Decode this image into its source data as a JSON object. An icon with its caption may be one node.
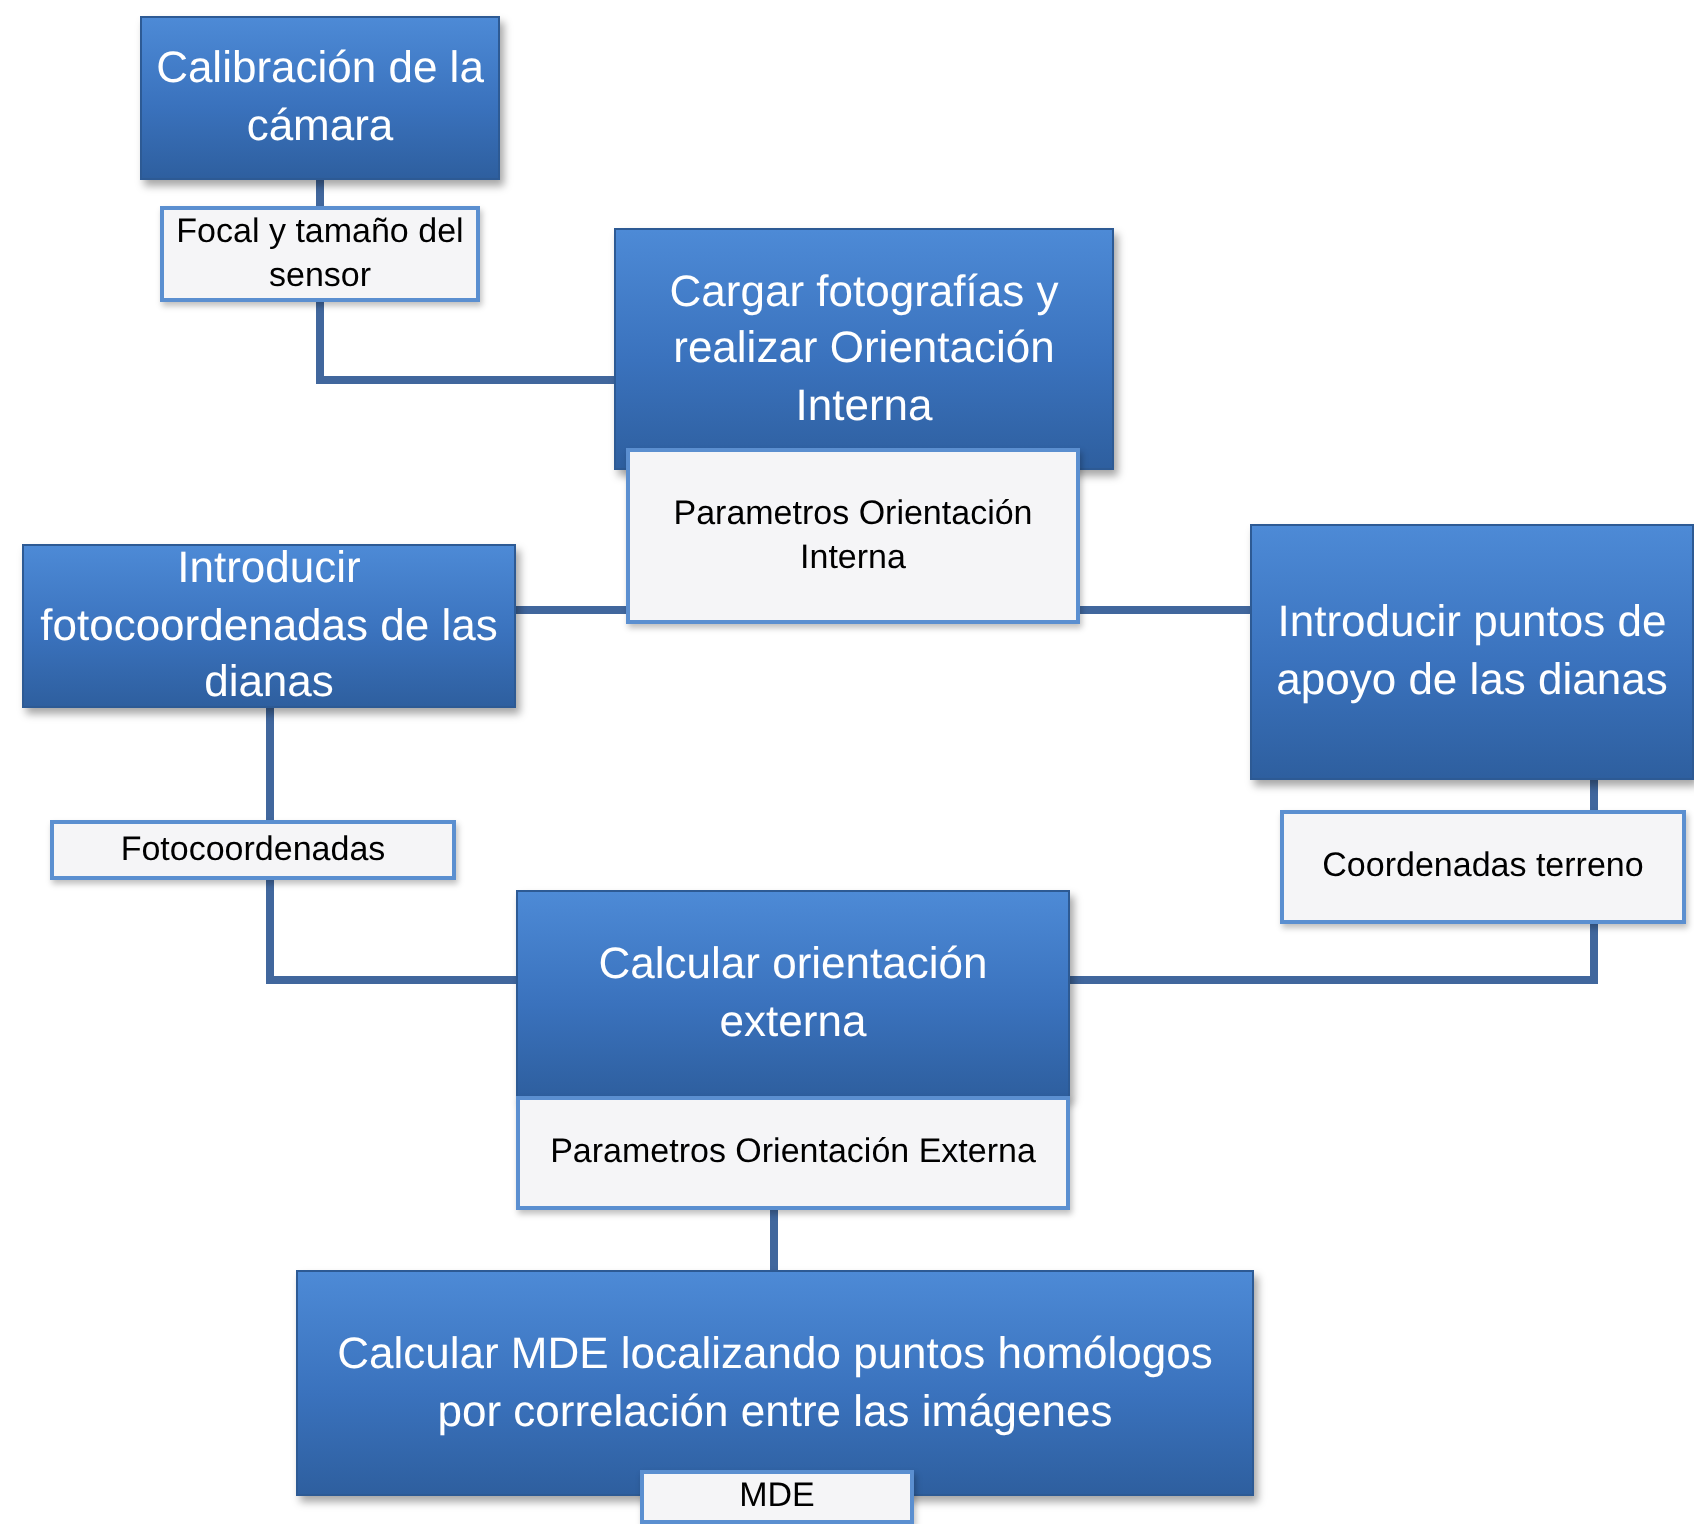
{
  "diagram": {
    "nodes": [
      {
        "text": [
          "Calibración de la cámara"
        ]
      },
      {
        "text": [
          "Focal y tamaño del sensor"
        ]
      },
      {
        "text": [
          "Cargar fotografías y realizar Orientación Interna"
        ]
      },
      {
        "text": [
          "Parametros Orientación Interna"
        ]
      },
      {
        "text": [
          "Introducir fotocoordenadas de las dianas"
        ]
      },
      {
        "text": [
          "Introducir puntos de apoyo de las dianas"
        ]
      },
      {
        "text": [
          "Fotocoordenadas"
        ]
      },
      {
        "text": [
          "Coordenadas terreno"
        ]
      },
      {
        "text": [
          "Calcular orientación externa"
        ]
      },
      {
        "text": [
          "Parametros Orientación Externa"
        ]
      },
      {
        "text": [
          "Calcular MDE localizando puntos homólogos por correlación entre las imágenes"
        ]
      },
      {
        "text": [
          "MDE"
        ]
      }
    ],
    "edges": [
      {
        "from": 0,
        "to": 1,
        "arrow": "none"
      },
      {
        "from": 1,
        "to": 2,
        "arrow": "none"
      },
      {
        "from": 3,
        "to": 4,
        "arrow": "none"
      },
      {
        "from": 3,
        "to": 5,
        "arrow": "none"
      },
      {
        "from": 4,
        "to": 6,
        "arrow": "none"
      },
      {
        "from": 5,
        "to": 7,
        "arrow": "none"
      },
      {
        "from": 6,
        "to": 8,
        "arrow": "none"
      },
      {
        "from": 7,
        "to": 8,
        "arrow": "none"
      },
      {
        "from": 9,
        "to": 10,
        "arrow": "none"
      }
    ]
  }
}
